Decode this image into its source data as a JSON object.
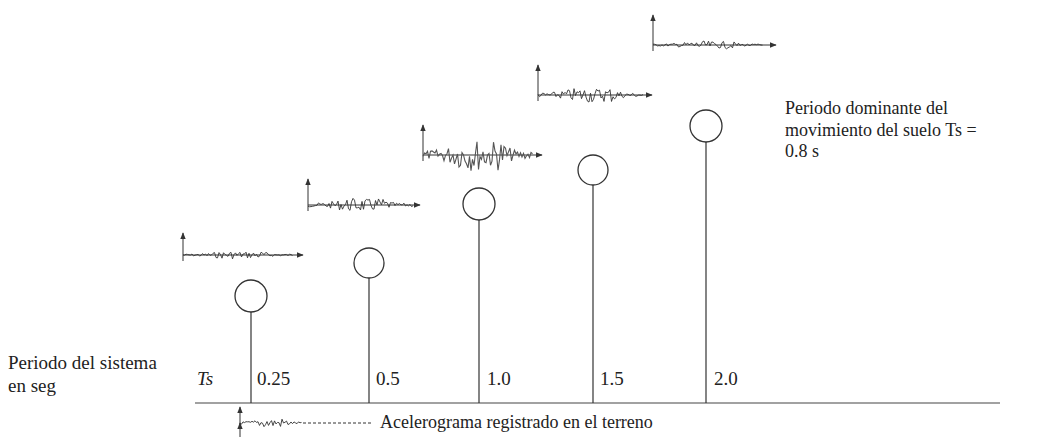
{
  "diagram": {
    "labels": [
      "Periodo del sistema en seg",
      "Ts",
      "0.25",
      "0.5",
      "1.0",
      "1.5",
      "2.0",
      "Periodo dominante del movimiento del suelo Ts = 0.8 s",
      "Acelerograma registrado en el terreno"
    ]
  }
}
